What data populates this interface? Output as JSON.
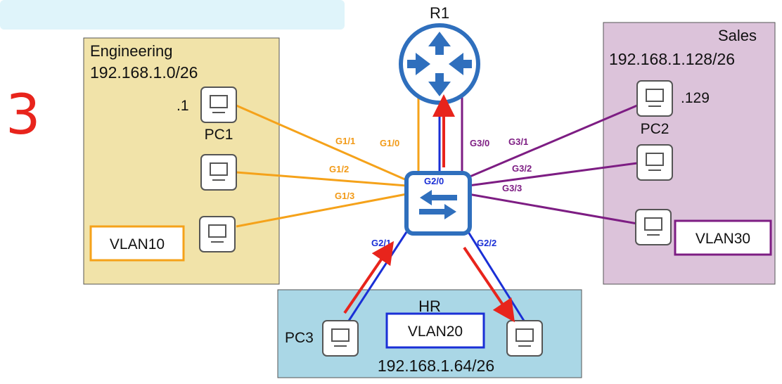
{
  "slide_number": "3",
  "router": {
    "label": "R1"
  },
  "zones": {
    "engineering": {
      "name": "Engineering",
      "subnet": "192.168.1.0/26",
      "vlan": "VLAN10"
    },
    "sales": {
      "name": "Sales",
      "subnet": "192.168.1.128/26",
      "vlan": "VLAN30"
    },
    "hr": {
      "name": "HR",
      "subnet": "192.168.1.64/26",
      "vlan": "VLAN20"
    }
  },
  "hosts": {
    "pc1": {
      "label": "PC1",
      "addr": ".1"
    },
    "pc2": {
      "label": "PC2",
      "addr": ".129"
    },
    "pc3": {
      "label": "PC3"
    }
  },
  "ports": {
    "g1_0": "G1/0",
    "g1_1": "G1/1",
    "g1_2": "G1/2",
    "g1_3": "G1/3",
    "g2_0": "G2/0",
    "g2_1": "G2/1",
    "g2_2": "G2/2",
    "g3_0": "G3/0",
    "g3_1": "G3/1",
    "g3_2": "G3/2",
    "g3_3": "G3/3"
  },
  "colors": {
    "engineering_fill": "#f1e3a9",
    "sales_fill": "#dcc3da",
    "hr_fill": "#aad7e6",
    "vlan10": "#f5a21a",
    "vlan20": "#1a2fd6",
    "vlan30": "#7d1d83",
    "arrow": "#e8241c",
    "device": "#2f6fbd",
    "banner": "#dff4fa"
  },
  "icons": {
    "router": "router-icon",
    "switch": "switch-icon",
    "pc": "pc-icon",
    "arrow": "traffic-arrow-icon"
  }
}
